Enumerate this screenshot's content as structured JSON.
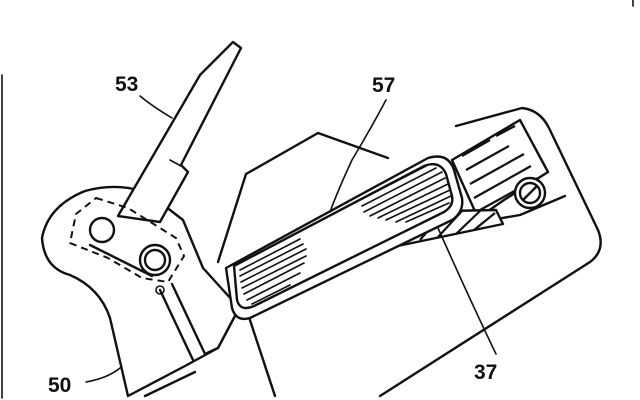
{
  "figure": {
    "labels": {
      "part_50": "50",
      "part_53": "53",
      "part_57": "57",
      "part_37": "37"
    }
  }
}
